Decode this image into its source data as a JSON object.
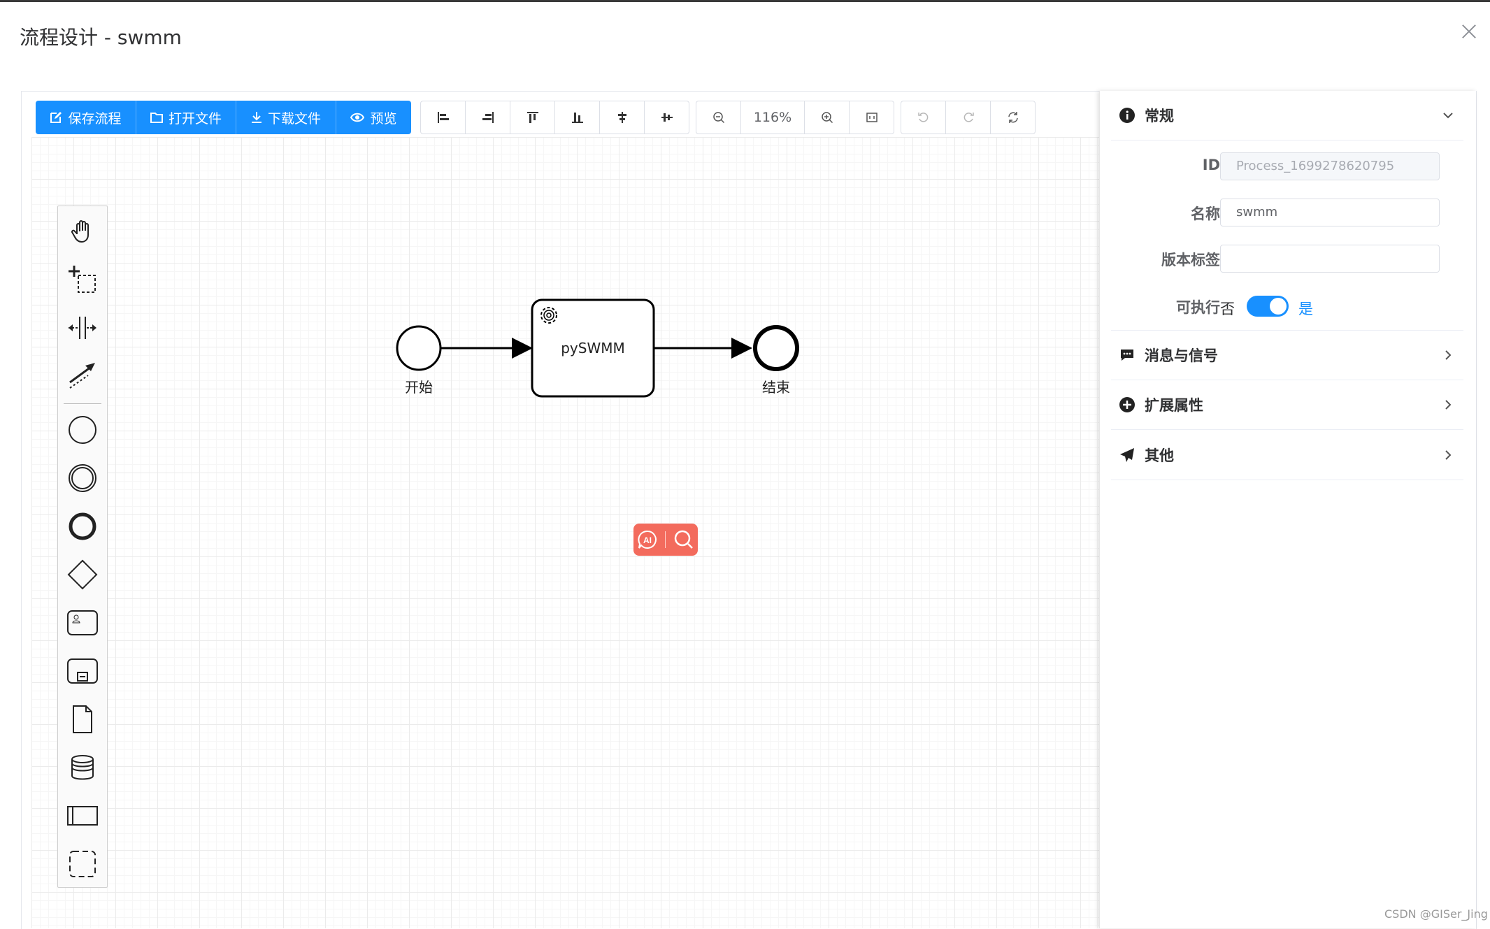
{
  "dialog": {
    "title": "流程设计 - swmm"
  },
  "toolbar": {
    "primary": [
      {
        "label": "保存流程",
        "icon": "edit-icon"
      },
      {
        "label": "打开文件",
        "icon": "folder-icon"
      },
      {
        "label": "下载文件",
        "icon": "download-icon"
      },
      {
        "label": "预览",
        "icon": "eye-icon"
      }
    ],
    "align_tools": [
      "align-left-icon",
      "align-right-icon",
      "align-top-icon",
      "align-bottom-icon",
      "align-center-icon",
      "align-middle-icon"
    ],
    "zoom": {
      "level": "116%"
    },
    "history_tools": [
      "undo-icon",
      "redo-icon",
      "refresh-icon"
    ]
  },
  "palette": [
    "hand-tool-icon",
    "lasso-tool-icon",
    "space-tool-icon",
    "connect-tool-icon",
    "start-event-icon",
    "intermediate-event-icon",
    "end-event-icon",
    "gateway-icon",
    "user-task-icon",
    "subprocess-icon",
    "data-object-icon",
    "data-store-icon",
    "pool-icon",
    "group-icon"
  ],
  "diagram": {
    "start_label": "开始",
    "task_label": "pySWMM",
    "end_label": "结束"
  },
  "panel": {
    "general": {
      "title": "常规",
      "id_label": "ID",
      "id_value": "Process_1699278620795",
      "name_label": "名称",
      "name_value": "swmm",
      "version_label": "版本标签",
      "version_value": "",
      "executable_label": "可执行",
      "executable_off": "否",
      "executable_on": "是",
      "executable": true
    },
    "sections": [
      {
        "title": "消息与信号",
        "icon": "message-icon"
      },
      {
        "title": "扩展属性",
        "icon": "plus-circle-icon"
      },
      {
        "title": "其他",
        "icon": "send-icon"
      }
    ]
  },
  "ai_badge": {
    "icons": [
      "ai-assistant-icon",
      "search-icon"
    ]
  },
  "watermark": "CSDN @GISer_Jing"
}
